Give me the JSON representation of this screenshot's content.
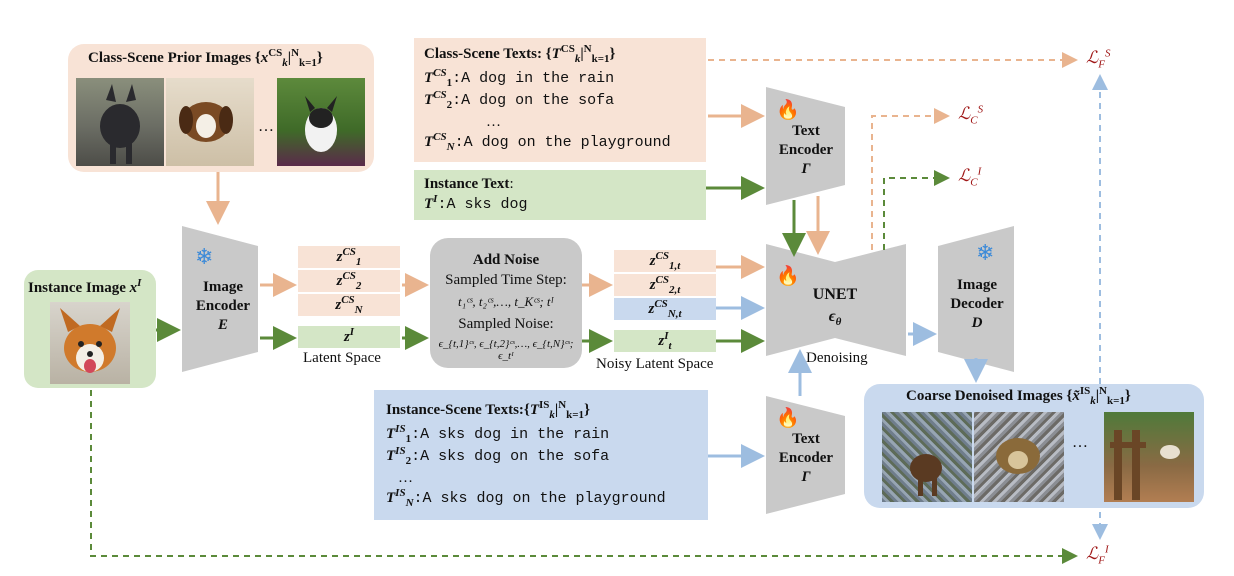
{
  "colors": {
    "peach": "#f8e3d6",
    "green": "#d4e6c6",
    "blue": "#c9d9ee",
    "gray": "#c9c9c9",
    "loss": "#a01818",
    "arrow_peach": "#e9b48f",
    "arrow_green": "#5b8a3a",
    "arrow_blue": "#9dbde0"
  },
  "class_scene_prior": {
    "title": "Class-Scene Prior Images",
    "set_open": "{",
    "x_main": "x",
    "x_sup": "CS",
    "x_sub": "k",
    "bar_sup": "N",
    "bar_sub": "k=1",
    "set_close": "}",
    "ellipsis": "…",
    "images": [
      "dog-in-rain-photo",
      "dog-on-sofa-photo",
      "dog-on-playground-photo"
    ]
  },
  "class_scene_texts": {
    "title": "Class-Scene Texts",
    "colon": ": {",
    "T": "T",
    "T_sup": "CS",
    "T_sub": "k",
    "bar_sup": "N",
    "bar_sub": "k=1",
    "close": "}",
    "lines": [
      {
        "sub": "1",
        "text": ":A dog in the rain"
      },
      {
        "sub": "2",
        "text": ":A dog on the sofa"
      },
      {
        "sub": "N",
        "text": ":A dog on the playground"
      }
    ],
    "ellipsis": "…"
  },
  "instance_text": {
    "title": "Instance Text",
    "colon": ":",
    "T": "T",
    "T_sup": "I",
    "text": ":A sks dog"
  },
  "instance_image": {
    "title": "Instance Image",
    "x": "x",
    "x_sup": "I",
    "image": "corgi-photo"
  },
  "image_encoder": {
    "line1": "Image",
    "line2": "Encoder",
    "symbol": "E"
  },
  "latent": {
    "z": "z",
    "cs_sup": "CS",
    "subs": [
      "1",
      "2",
      "N"
    ],
    "inst_sup": "I",
    "caption": "Latent Space"
  },
  "add_noise": {
    "title": "Add Noise",
    "line1": "Sampled Time Step:",
    "time_steps": "t₁ᶜˢ, t₂ᶜˢ,…, t_Kᶜˢ; tᴵ",
    "line3": "Sampled Noise:",
    "noises": "ϵ_{t,1}ᶜˢ, ϵ_{t,2}ᶜˢ,…, ϵ_{t,N}ᶜˢ; ϵ_tᴵ"
  },
  "noisy_latent": {
    "z": "z",
    "cs_sup": "CS",
    "subs": [
      "1,t",
      "2,t",
      "N,t"
    ],
    "inst_sup": "I",
    "inst_sub": "t",
    "caption": "Noisy Latent Space"
  },
  "text_encoder_top": {
    "line1": "Text",
    "line2": "Encoder",
    "symbol": "Γ"
  },
  "text_encoder_bottom": {
    "line1": "Text",
    "line2": "Encoder",
    "symbol": "Γ"
  },
  "unet": {
    "name": "UNET",
    "symbol": "ϵ",
    "symbol_sub": "θ",
    "caption": "Denoising"
  },
  "image_decoder": {
    "line1": "Image",
    "line2": "Decoder",
    "symbol": "D"
  },
  "instance_scene_texts": {
    "title": "Instance-Scene Texts",
    "colon": ":{",
    "T": "T",
    "T_sup": "IS",
    "T_sub": "k",
    "bar_sup": "N",
    "bar_sub": "k=1",
    "close": "}",
    "lines": [
      {
        "sub": "1",
        "text": ":A sks dog in the rain"
      },
      {
        "sub": "2",
        "text": ":A sks dog on the sofa"
      },
      {
        "sub": "N",
        "text": ":A sks dog on the playground"
      }
    ],
    "ellipsis": "…"
  },
  "coarse_denoised": {
    "title": "Coarse Denoised Images",
    "set_open": "{",
    "x_main": "x̃",
    "x_sup": "IS",
    "x_sub": "k",
    "bar_sup": "N",
    "bar_sub": "k=1",
    "set_close": "}",
    "ellipsis": "…",
    "images": [
      "noisy-dog-rain",
      "noisy-dog-sofa",
      "noisy-dog-playground"
    ]
  },
  "losses": {
    "L": "ℒ",
    "F_S": {
      "sub": "F",
      "sup": "S"
    },
    "C_S": {
      "sub": "C",
      "sup": "S"
    },
    "C_I": {
      "sub": "C",
      "sup": "I"
    },
    "F_I": {
      "sub": "F",
      "sup": "I"
    }
  },
  "icons": {
    "flame": "flame-icon",
    "snowflake": "snowflake-icon"
  }
}
